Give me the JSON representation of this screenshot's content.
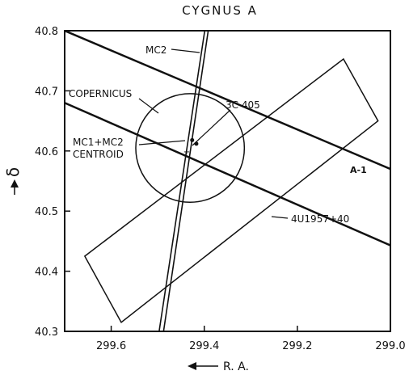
{
  "title": "CYGNUS A",
  "axes": {
    "x": {
      "label": "R. A.",
      "range": [
        299.7,
        299.0
      ],
      "ticks": [
        {
          "value": 299.6,
          "label": "299.6"
        },
        {
          "value": 299.4,
          "label": "299.4"
        },
        {
          "value": 299.2,
          "label": "299.2"
        },
        {
          "value": 299.0,
          "label": "299.0"
        }
      ]
    },
    "y": {
      "label": "δ",
      "range": [
        40.3,
        40.8
      ],
      "ticks": [
        {
          "value": 40.8,
          "label": "40.8"
        },
        {
          "value": 40.7,
          "label": "40.7"
        },
        {
          "value": 40.6,
          "label": "40.6"
        },
        {
          "value": 40.5,
          "label": "40.5"
        },
        {
          "value": 40.4,
          "label": "40.4"
        },
        {
          "value": 40.3,
          "label": "40.3"
        }
      ]
    }
  },
  "labels": {
    "mc2": "MC2",
    "copernicus": "COPERNICUS",
    "src_3c405": "3C 405",
    "centroid_line1": "MC1+MC2",
    "centroid_line2": "CENTROID",
    "a1": "A-1",
    "uhuru": "4U1957+40"
  },
  "regions": {
    "mc2_band": [
      {
        "ra": 299.399,
        "dec": 40.8
      },
      {
        "ra": 299.3915,
        "dec": 40.8
      },
      {
        "ra": 299.497,
        "dec": 40.3
      },
      {
        "ra": 299.4875,
        "dec": 40.3
      }
    ],
    "a1_upper_line": [
      {
        "ra": 299.7,
        "dec": 40.8
      },
      {
        "ra": 299.0,
        "dec": 40.57
      }
    ],
    "a1_lower_line": [
      {
        "ra": 299.7,
        "dec": 40.68
      },
      {
        "ra": 299.0,
        "dec": 40.443
      }
    ],
    "uhuru_box": [
      {
        "ra": 299.1009,
        "dec": 40.753
      },
      {
        "ra": 299.0266,
        "dec": 40.65
      },
      {
        "ra": 299.5784,
        "dec": 40.315
      },
      {
        "ra": 299.6568,
        "dec": 40.425
      }
    ],
    "copernicus_circle": {
      "ra": 299.4305,
      "dec": 40.605,
      "radius_dec": 0.0903
    },
    "source_3c405": {
      "ra": 299.417,
      "dec": 40.612
    },
    "centroid": {
      "ra": 299.426,
      "dec": 40.618
    }
  }
}
